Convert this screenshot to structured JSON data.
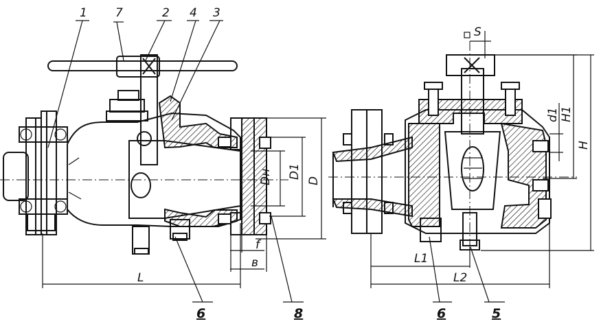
{
  "left_view": {
    "callouts": [
      "1",
      "7",
      "2",
      "4",
      "3"
    ],
    "bottom_callouts": [
      "6",
      "8"
    ],
    "dimensions": {
      "length": "L",
      "f": "f",
      "b": "в",
      "dn": "Dн",
      "d1": "D1",
      "d": "D"
    }
  },
  "right_view": {
    "wrench_size": "S",
    "dimensions": {
      "l1": "L1",
      "l2": "L2",
      "d1": "d1",
      "h1": "H1",
      "h": "H"
    },
    "bottom_callouts": [
      "6",
      "5"
    ]
  }
}
